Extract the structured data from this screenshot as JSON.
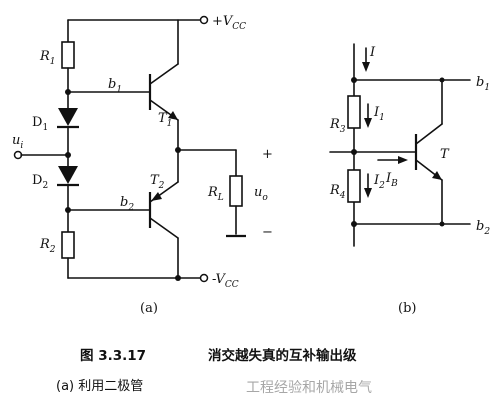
{
  "circuit_a": {
    "vcc_pos": "+V",
    "vcc_pos_sub": "CC",
    "vcc_neg": "-V",
    "vcc_neg_sub": "CC",
    "r1": "R",
    "r1_sub": "1",
    "r2": "R",
    "r2_sub": "2",
    "d1": "D",
    "d1_sub": "1",
    "d2": "D",
    "d2_sub": "2",
    "b1": "b",
    "b1_sub": "1",
    "b2": "b",
    "b2_sub": "2",
    "t1": "T",
    "t1_sub": "1",
    "t2": "T",
    "t2_sub": "2",
    "ui": "u",
    "ui_sub": "i",
    "rl": "R",
    "rl_sub": "L",
    "uo": "u",
    "uo_sub": "o",
    "plus": "+",
    "minus": "−",
    "label": "(a)"
  },
  "circuit_b": {
    "i": "I",
    "r3": "R",
    "r3_sub": "3",
    "r4": "R",
    "r4_sub": "4",
    "i1": "I",
    "i1_sub": "1",
    "i2": "I",
    "i2_sub": "2",
    "ib": "I",
    "ib_sub": "B",
    "t": "T",
    "b1": "b",
    "b1_sub": "1",
    "b2": "b",
    "b2_sub": "2",
    "label": "(b)"
  },
  "caption": {
    "figure": "图 3.3.17",
    "title": "消交越失真的互补输出级",
    "line2": "(a) 利用二极管",
    "watermark": "工程经验和机械电气"
  }
}
